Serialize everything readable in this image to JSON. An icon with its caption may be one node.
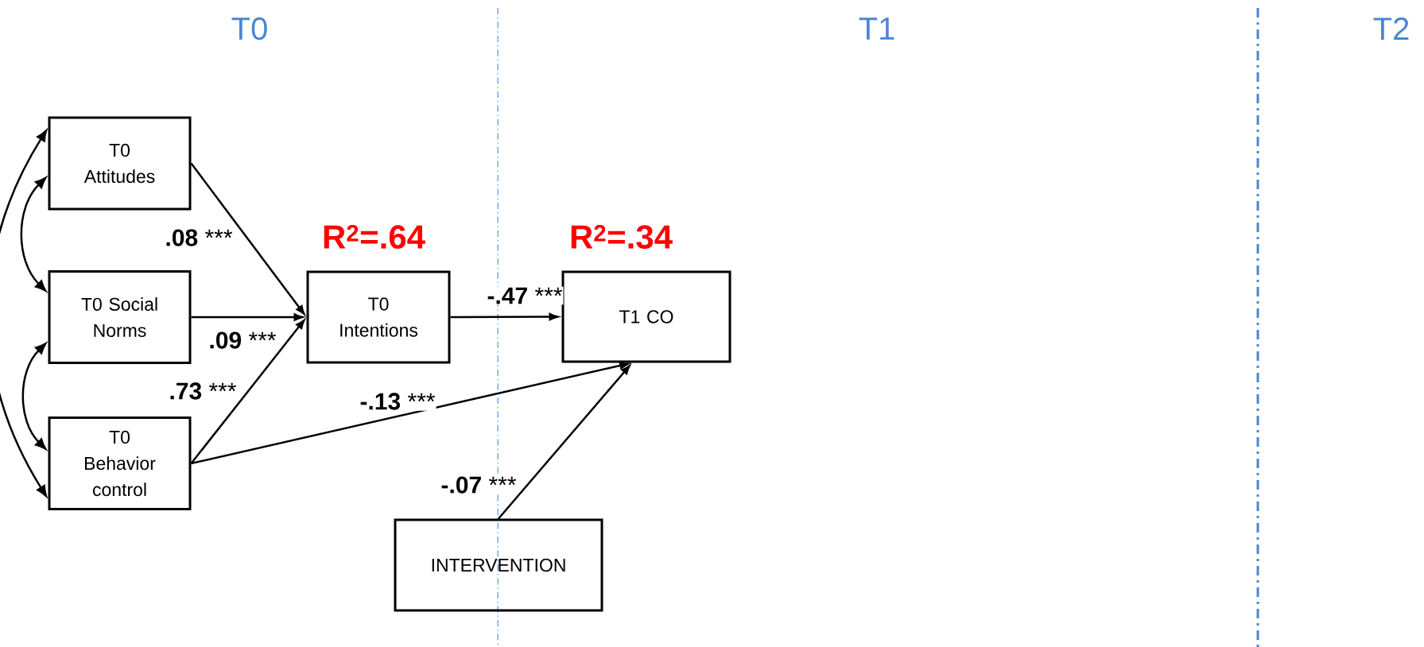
{
  "diagram": {
    "nodes": [
      {
        "text": [
          "T0 Attitudes"
        ]
      },
      {
        "text": [
          "T0 Social Norms"
        ]
      },
      {
        "text": [
          "T0 Behavior control"
        ]
      },
      {
        "text": [
          "T0 Intentions"
        ],
        "beside": [
          "R$^{2}$=.64"
        ]
      },
      {
        "text": [
          "T1 CO"
        ],
        "beside": [
          "R$^{2}$=.34"
        ]
      },
      {
        "text": [
          "INTERVENTION"
        ]
      }
    ],
    "edges": [
      {
        "from": 0,
        "to": 1,
        "arrow": "both"
      },
      {
        "from": 1,
        "to": 2,
        "arrow": "both"
      },
      {
        "from": 0,
        "to": 2,
        "arrow": "both"
      },
      {
        "from": 0,
        "to": 3,
        "arrow": "to",
        "label": "**.08** ***"
      },
      {
        "from": 1,
        "to": 3,
        "arrow": "to",
        "label": "**.09** ***"
      },
      {
        "from": 2,
        "to": 3,
        "arrow": "to",
        "label": "**.73** ***"
      },
      {
        "from": 3,
        "to": 4,
        "arrow": "to",
        "label": "**-.47** ***"
      },
      {
        "from": 2,
        "to": 4,
        "arrow": "to",
        "label": "**-.13** ***"
      },
      {
        "from": 5,
        "to": 4,
        "arrow": "to",
        "label": "**-.07** ***"
      }
    ],
    "labels": [
      "T0",
      "T1",
      "T2"
    ]
  }
}
